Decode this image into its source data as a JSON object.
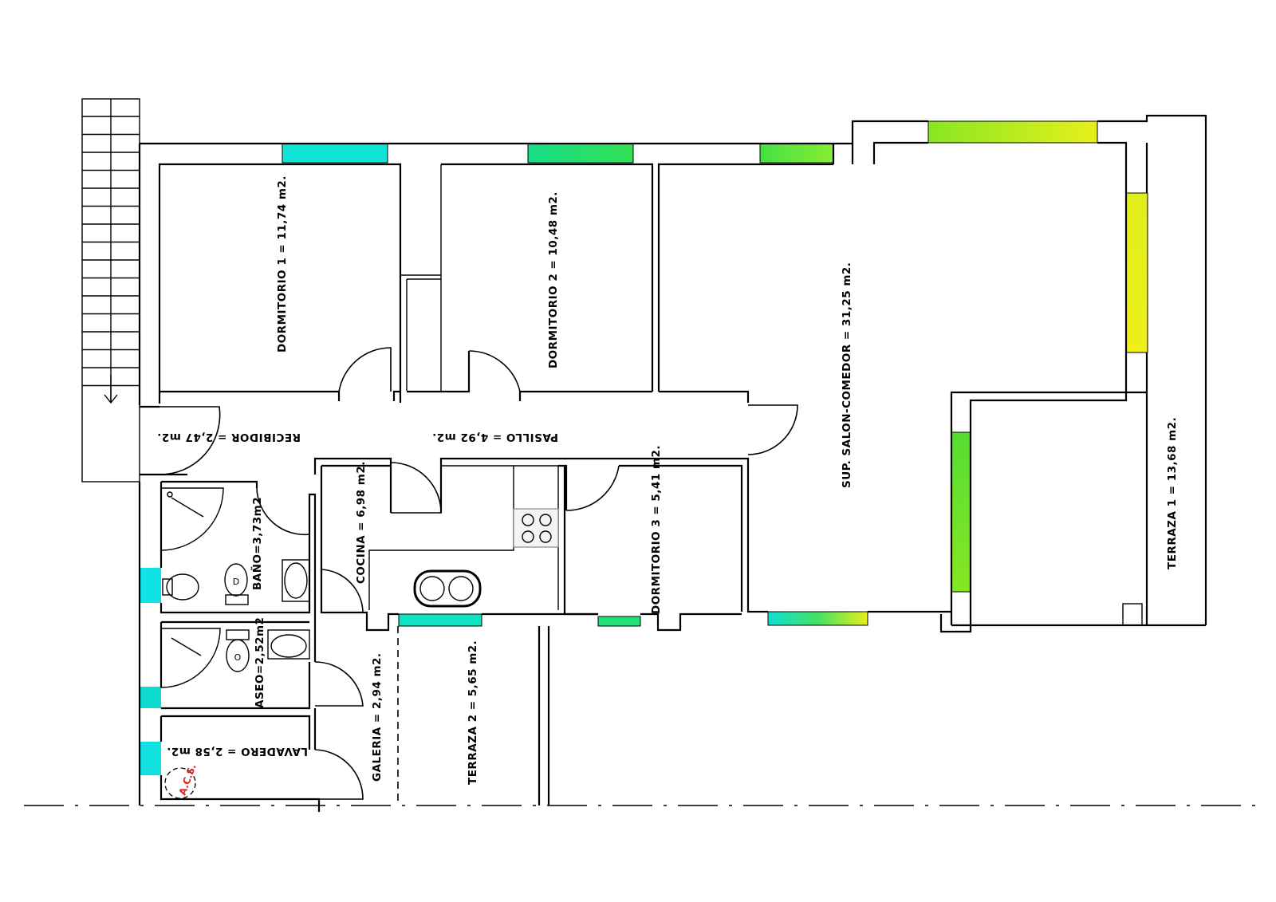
{
  "rooms": {
    "dormitorio1": "DORMITORIO 1 = 11,74 m2.",
    "dormitorio2": "DORMITORIO 2 = 10,48 m2.",
    "salon": "SUP. SALON-COMEDOR = 31,25 m2.",
    "terraza1": "TERRAZA 1 = 13,68 m2.",
    "recibidor": "RECIBIDOR = 2,47 m2.",
    "pasillo": "PASILLO = 4,92 m2.",
    "cocina": "COCINA = 6,98 m2.",
    "dormitorio3": "DORMITORIO 3 = 5,41 m2.",
    "bano": "BAÑO=3,73m2",
    "aseo": "ASEO=2,52m2",
    "galeria": "GALERIA = 2,94 m2.",
    "terraza2": "TERRAZA 2 = 5,65 m2.",
    "lavadero": "LAVADERO = 2,58 m2."
  },
  "symbols": {
    "acs": "A.C.S."
  },
  "colors": {
    "window_cyan": "#11e0d0",
    "window_green": "#22dd66",
    "window_lime": "#66ee33",
    "window_yellow_green": "#a8ee1a",
    "window_yellow": "#e6f01a"
  }
}
